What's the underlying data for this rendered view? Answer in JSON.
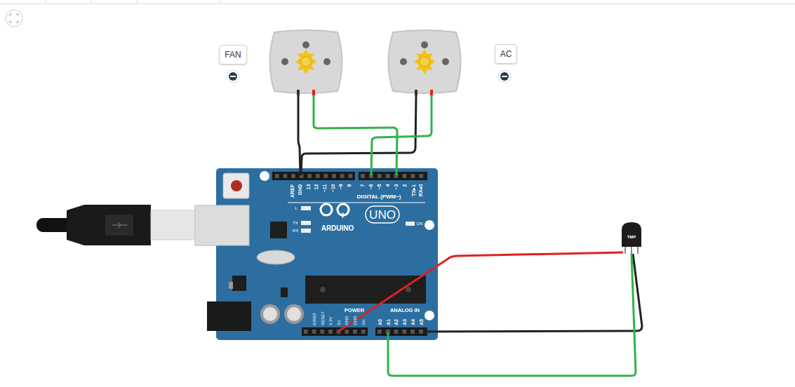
{
  "diagram": {
    "nodes": [
      {
        "text": [
          "FAN"
        ]
      },
      {
        "text": [
          "AC"
        ]
      }
    ],
    "labels": [
      "AREF",
      "GND",
      "13",
      "12",
      "~11",
      "~10",
      "~9",
      "8",
      "7",
      "~6",
      "~5",
      "4",
      "~3",
      "2",
      "TX▸1",
      "RX◂0",
      "DIGITAL (PWM~)",
      "L",
      "TX",
      "RX",
      "ARDUINO",
      "UNO",
      "ON",
      "IOREF",
      "RESET",
      "3.3V",
      "5V",
      "GND",
      "GND",
      "Vin",
      "POWER",
      "ANALOG IN",
      "A0",
      "A1",
      "A2",
      "A3",
      "A4",
      "A5",
      "TMP"
    ]
  }
}
